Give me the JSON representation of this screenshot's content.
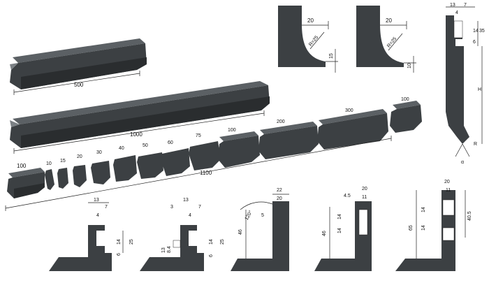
{
  "long_tools": {
    "len_500": "500",
    "len_1000": "1000",
    "len_1100": "1100"
  },
  "segments": {
    "s100a": "100",
    "s10": "10",
    "s15": "15",
    "s20": "20",
    "s30": "30",
    "s40": "40",
    "s50": "50",
    "s60": "60",
    "s75": "75",
    "s100b": "100",
    "s200": "200",
    "s300": "300",
    "s100c": "100"
  },
  "profile_r25_a": {
    "width": "20",
    "radius": "R=25",
    "height": "15"
  },
  "profile_r25_b": {
    "width": "20",
    "radius": "R=25",
    "height": "10"
  },
  "punch_side": {
    "top_a": "13",
    "top_b": "7",
    "mid": "4",
    "v1": "14",
    "v2": "35",
    "v3": "6",
    "height": "H",
    "radius": "R",
    "angle": "α"
  },
  "btm1": {
    "w13": "13",
    "w4": "4",
    "w7": "7",
    "h14": "14",
    "h25": "25",
    "h6": "6"
  },
  "btm2": {
    "w3": "3",
    "w13": "13",
    "w4": "4",
    "w7": "7",
    "h13": "13",
    "h8_4": "8.4",
    "h14": "14",
    "h25": "25",
    "h6": "6"
  },
  "btm3": {
    "w22": "22",
    "w20": "20",
    "angle": "120°",
    "r5": "5",
    "h46": "46"
  },
  "btm4": {
    "w4_5": "4.5",
    "w20": "20",
    "w11": "11",
    "h14a": "14",
    "h14b": "14",
    "h46": "46"
  },
  "btm5": {
    "w20": "20",
    "w11": "11",
    "h14a": "14",
    "h14b": "14",
    "h40_5": "40.5",
    "h65": "65"
  }
}
